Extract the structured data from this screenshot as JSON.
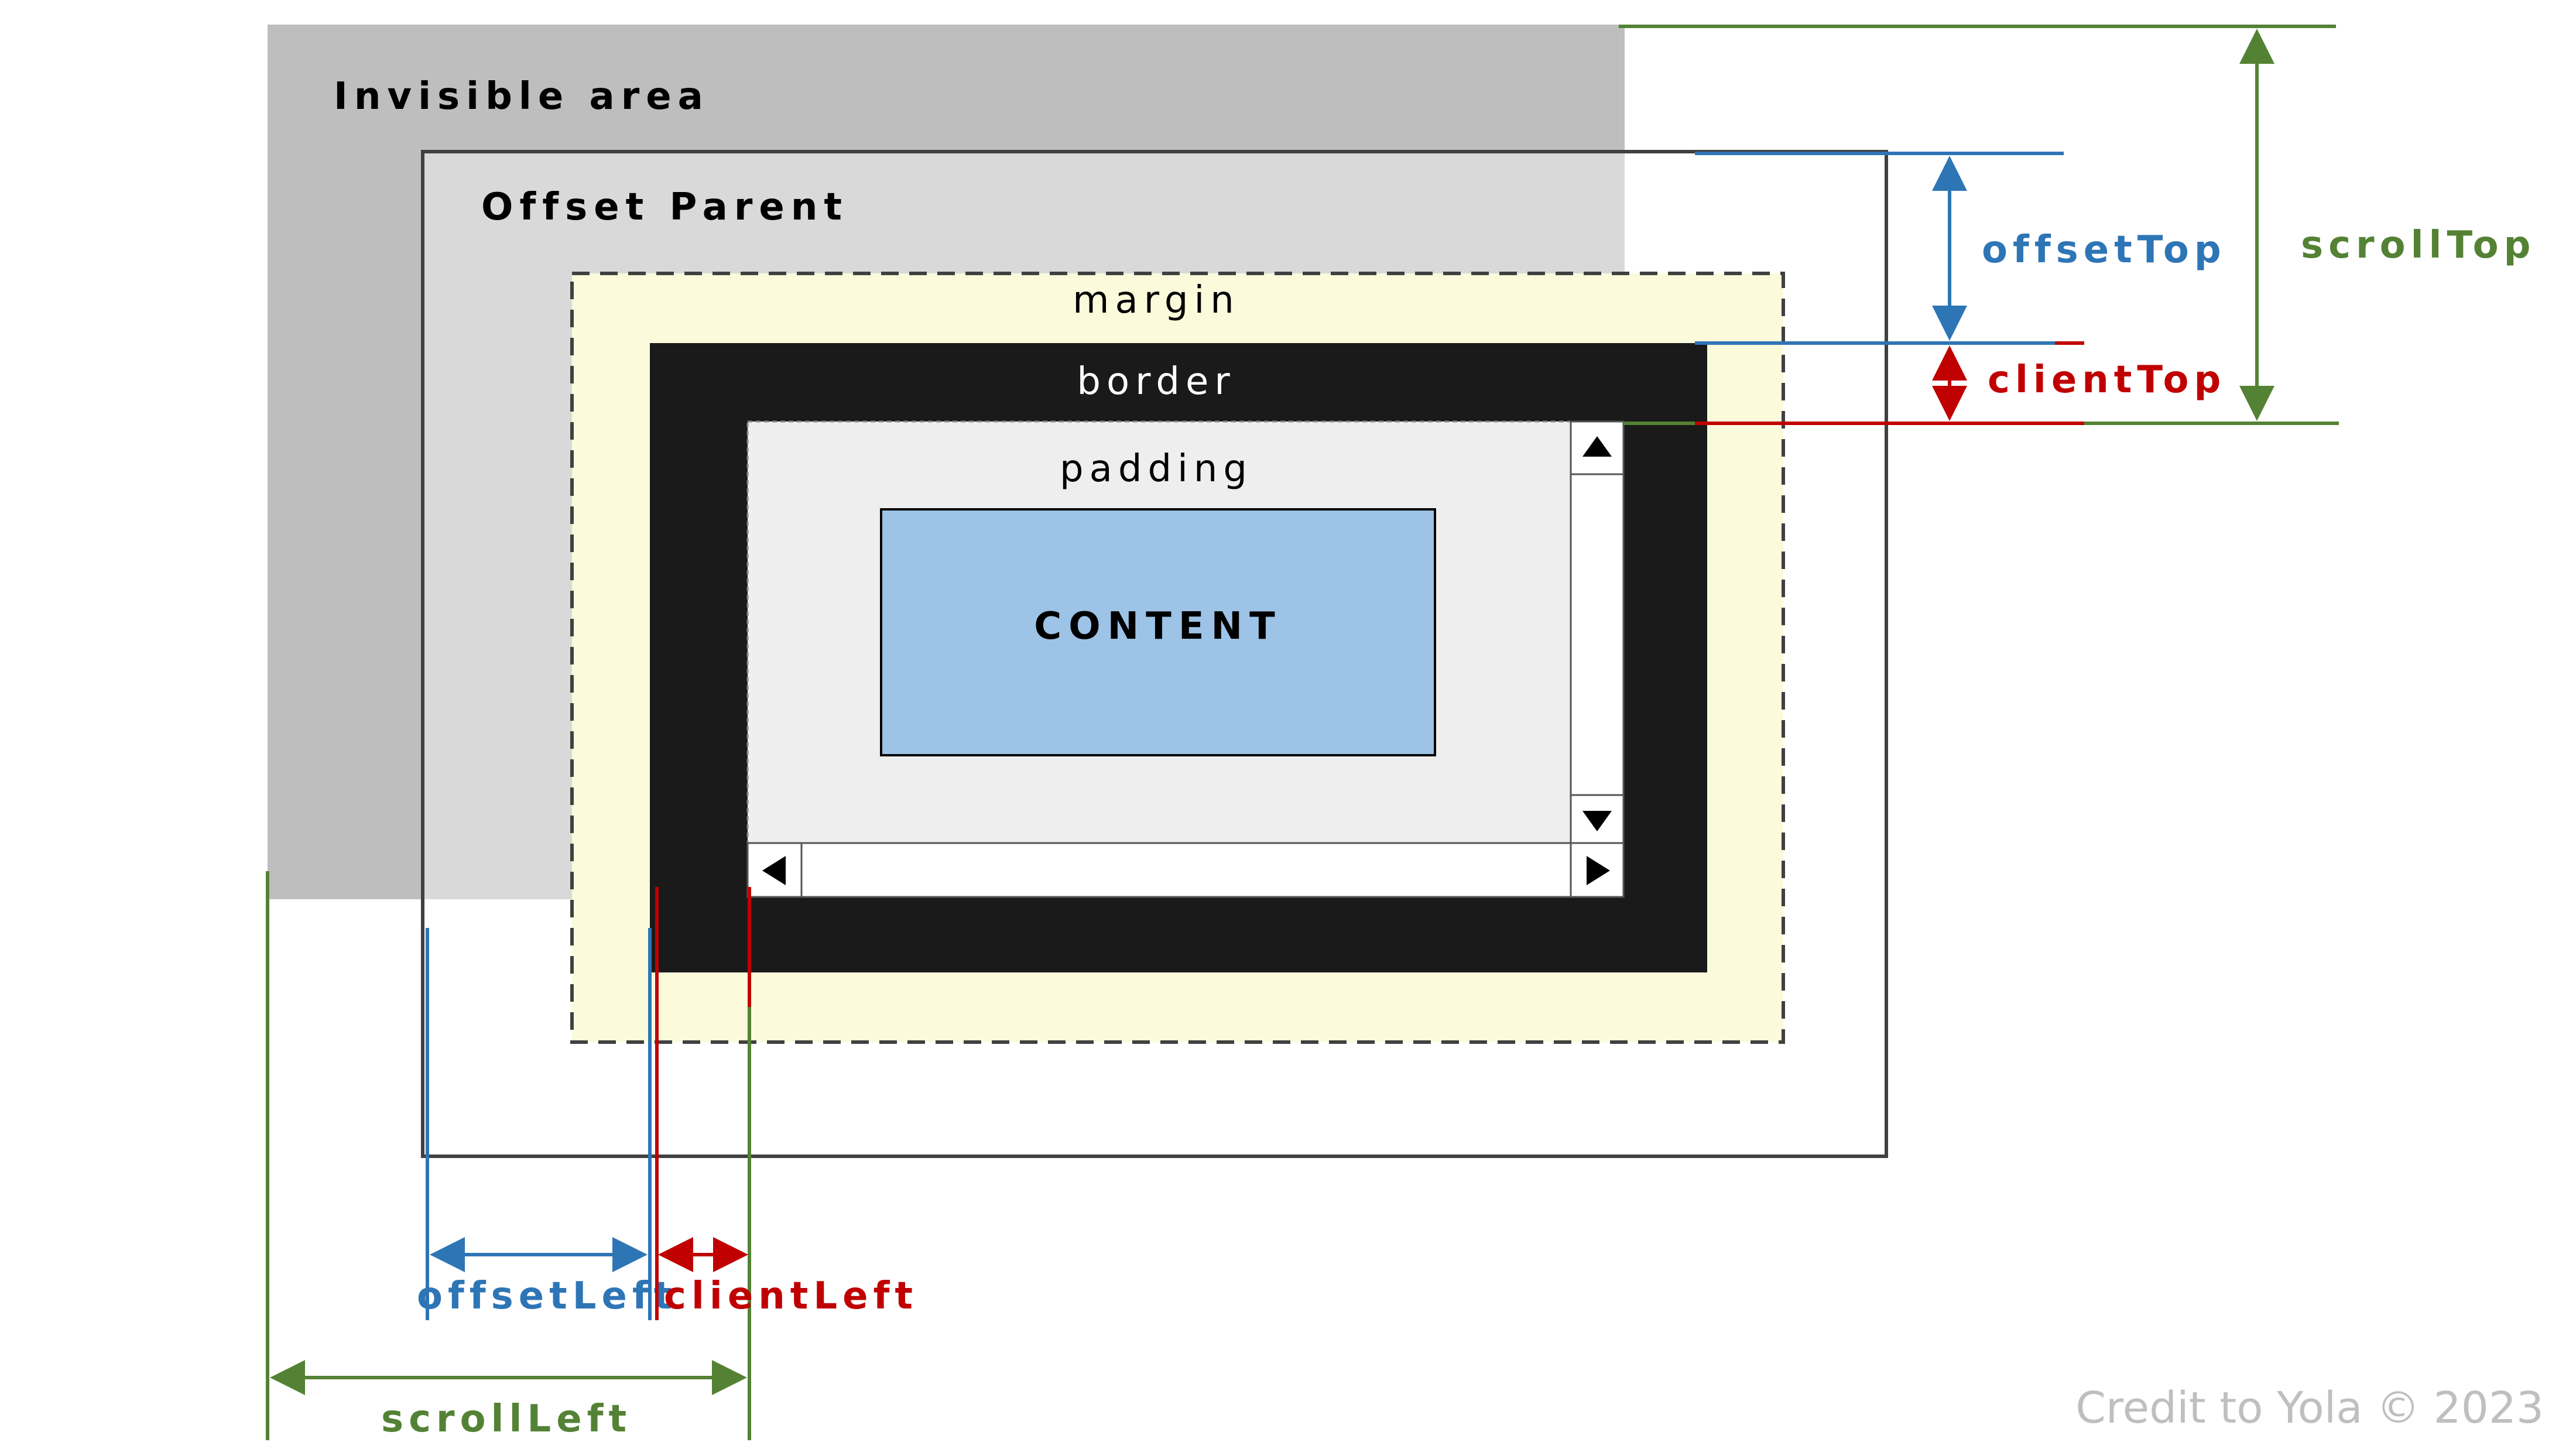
{
  "labels": {
    "invisible_area": "Invisible area",
    "offset_parent": "Offset Parent",
    "margin": "margin",
    "border": "border",
    "padding": "padding",
    "content": "CONTENT",
    "offset_top": "offsetTop",
    "client_top": "clientTop",
    "scroll_top": "scrollTop",
    "offset_left": "offsetLeft",
    "client_left": "clientLeft",
    "scroll_left": "scrollLeft",
    "credit": "Credit to Yola © 2023"
  },
  "colors": {
    "invisible_area": "#bebebe",
    "offset_parent": "#d9d9d9",
    "margin": "#fbfbdc",
    "border": "#1a1a1a",
    "padding": "#eeeeee",
    "content": "#9dc3e6",
    "offset": "#2e75b6",
    "client": "#c00000",
    "scroll": "#548235",
    "credit": "#bfbfbf"
  },
  "icons": {
    "scroll_up": "triangle-up",
    "scroll_down": "triangle-down",
    "scroll_left": "triangle-left",
    "scroll_right": "triangle-right"
  }
}
